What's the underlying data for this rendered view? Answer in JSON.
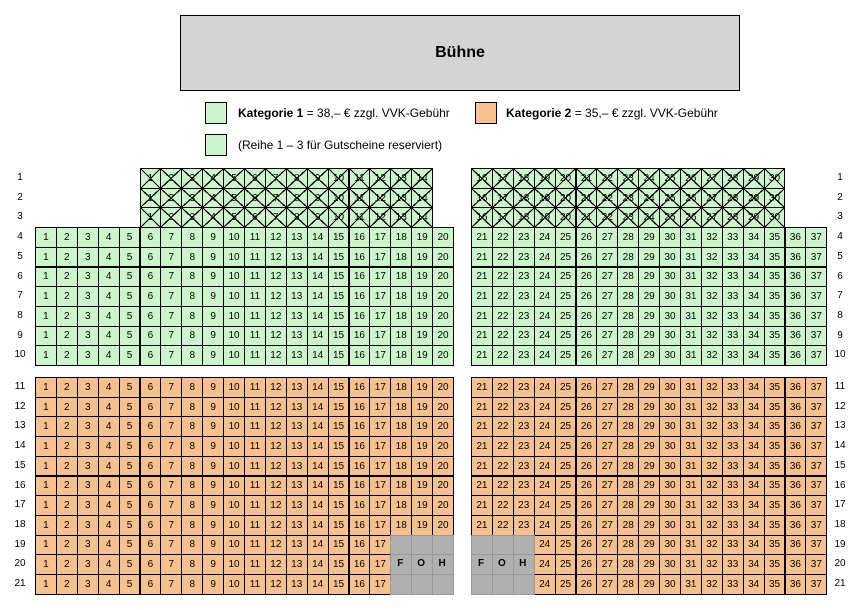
{
  "stage": {
    "label": "Bühne"
  },
  "legend": {
    "cat1_name": "Kategorie 1",
    "cat1_price": "= 38,– € zzgl. VVK-Gebühr",
    "cat2_name": "Kategorie 2",
    "cat2_price": "= 35,– € zzgl. VVK-Gebühr",
    "reserved_text": "(Reihe 1 – 3 für Gutscheine reserviert)"
  },
  "colors": {
    "cat1": "#ccf5cc",
    "cat2": "#f7c08f",
    "foh": "#b0b0b0",
    "stage": "#d4d4d4"
  },
  "foh_letters": [
    "F",
    "O",
    "H"
  ],
  "rows": [
    {
      "label": "1",
      "left": [
        1,
        14
      ],
      "right": [
        16,
        30
      ],
      "category": 1,
      "reserved": true
    },
    {
      "label": "2",
      "left": [
        1,
        14
      ],
      "right": [
        16,
        30
      ],
      "category": 1,
      "reserved": true
    },
    {
      "label": "3",
      "left": [
        1,
        14
      ],
      "right": [
        16,
        30
      ],
      "category": 1,
      "reserved": true
    },
    {
      "label": "4",
      "left": [
        1,
        20
      ],
      "right": [
        21,
        37
      ],
      "category": 1
    },
    {
      "label": "5",
      "left": [
        1,
        20
      ],
      "right": [
        21,
        37
      ],
      "category": 1
    },
    {
      "label": "6",
      "left": [
        1,
        20
      ],
      "right": [
        21,
        37
      ],
      "category": 1
    },
    {
      "label": "7",
      "left": [
        1,
        20
      ],
      "right": [
        21,
        37
      ],
      "category": 1
    },
    {
      "label": "8",
      "left": [
        1,
        20
      ],
      "right": [
        21,
        37
      ],
      "category": 1
    },
    {
      "label": "9",
      "left": [
        1,
        20
      ],
      "right": [
        21,
        37
      ],
      "category": 1
    },
    {
      "label": "10",
      "left": [
        1,
        20
      ],
      "right": [
        21,
        37
      ],
      "category": 1
    },
    {
      "label": "11",
      "left": [
        1,
        20
      ],
      "right": [
        21,
        37
      ],
      "category": 2
    },
    {
      "label": "12",
      "left": [
        1,
        20
      ],
      "right": [
        21,
        37
      ],
      "category": 2
    },
    {
      "label": "13",
      "left": [
        1,
        20
      ],
      "right": [
        21,
        37
      ],
      "category": 2
    },
    {
      "label": "14",
      "left": [
        1,
        20
      ],
      "right": [
        21,
        37
      ],
      "category": 2
    },
    {
      "label": "15",
      "left": [
        1,
        20
      ],
      "right": [
        21,
        37
      ],
      "category": 2
    },
    {
      "label": "16",
      "left": [
        1,
        20
      ],
      "right": [
        21,
        37
      ],
      "category": 2
    },
    {
      "label": "17",
      "left": [
        1,
        20
      ],
      "right": [
        21,
        37
      ],
      "category": 2
    },
    {
      "label": "18",
      "left": [
        1,
        20
      ],
      "right": [
        21,
        37
      ],
      "category": 2
    },
    {
      "label": "19",
      "left": [
        1,
        17
      ],
      "right": [
        24,
        37
      ],
      "category": 2,
      "foh": true
    },
    {
      "label": "20",
      "left": [
        1,
        17
      ],
      "right": [
        24,
        37
      ],
      "category": 2,
      "foh": true,
      "foh_text": true
    },
    {
      "label": "21",
      "left": [
        1,
        17
      ],
      "right": [
        24,
        37
      ],
      "category": 2,
      "foh": true
    }
  ]
}
